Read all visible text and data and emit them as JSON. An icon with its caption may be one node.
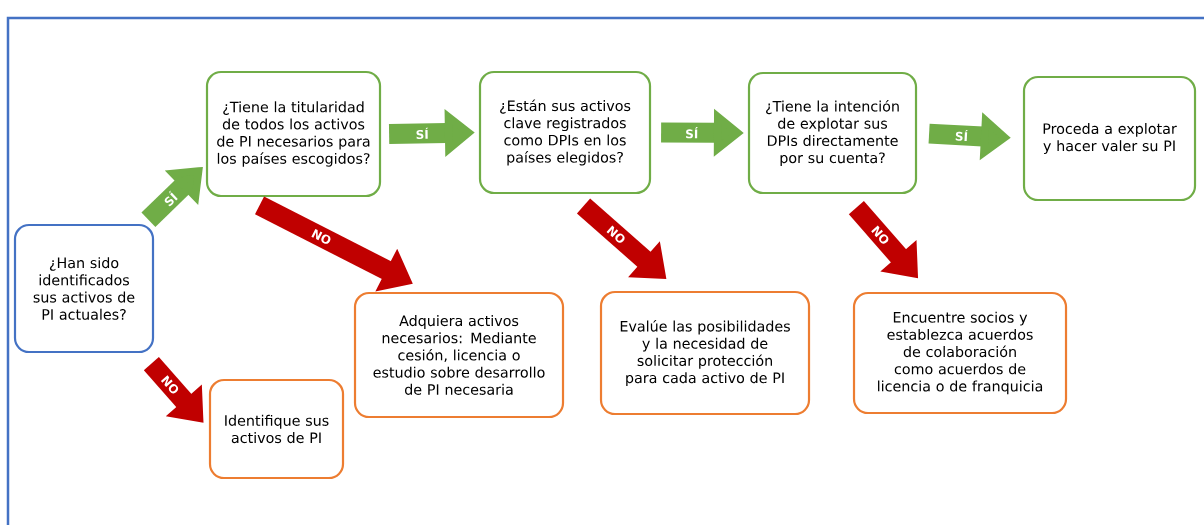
{
  "diagram": {
    "nodes": [
      {
        "text": [
          "¿Han sido identificados sus activos de PI actuales?"
        ]
      },
      {
        "text": [
          "¿Tiene la titularidad de todos los activos de PI necesarios para los países escogidos?"
        ]
      },
      {
        "text": [
          "¿Están sus activos clave registrados como DPIs en los países elegidos?"
        ]
      },
      {
        "text": [
          "¿Tiene la intención de explotar sus DPIs directamente por su cuenta?"
        ]
      },
      {
        "text": [
          "Proceda a explotar y hacer valer su PI"
        ]
      },
      {
        "text": [
          "Identifique sus activos de PI"
        ]
      },
      {
        "text": [
          "Adquiera activos necesarios: Mediante cesión, licencia o estudio sobre desarrollo de PI necesaria"
        ]
      },
      {
        "text": [
          "Evalúe las posibilidades y la necesidad de solicitar protección para cada activo de PI"
        ]
      },
      {
        "text": [
          "Encuentre socios y establezca acuerdos de colaboración como acuerdos de licencia o de franquicia"
        ]
      }
    ],
    "edges": [
      {
        "from": 0,
        "to": 1,
        "arrow": "to",
        "label": "SÍ",
        "color": "#70ad47"
      },
      {
        "from": 0,
        "to": 5,
        "arrow": "to",
        "label": "NO",
        "color": "#c00000"
      },
      {
        "from": 1,
        "to": 2,
        "arrow": "to",
        "label": "SÍ",
        "color": "#70ad47"
      },
      {
        "from": 1,
        "to": 6,
        "arrow": "to",
        "label": "NO",
        "color": "#c00000"
      },
      {
        "from": 2,
        "to": 3,
        "arrow": "to",
        "label": "SÍ",
        "color": "#70ad47"
      },
      {
        "from": 2,
        "to": 7,
        "arrow": "to",
        "label": "NO",
        "color": "#c00000"
      },
      {
        "from": 3,
        "to": 4,
        "arrow": "to",
        "label": "SÍ",
        "color": "#70ad47"
      },
      {
        "from": 3,
        "to": 8,
        "arrow": "to",
        "label": "NO",
        "color": "#c00000"
      }
    ]
  }
}
